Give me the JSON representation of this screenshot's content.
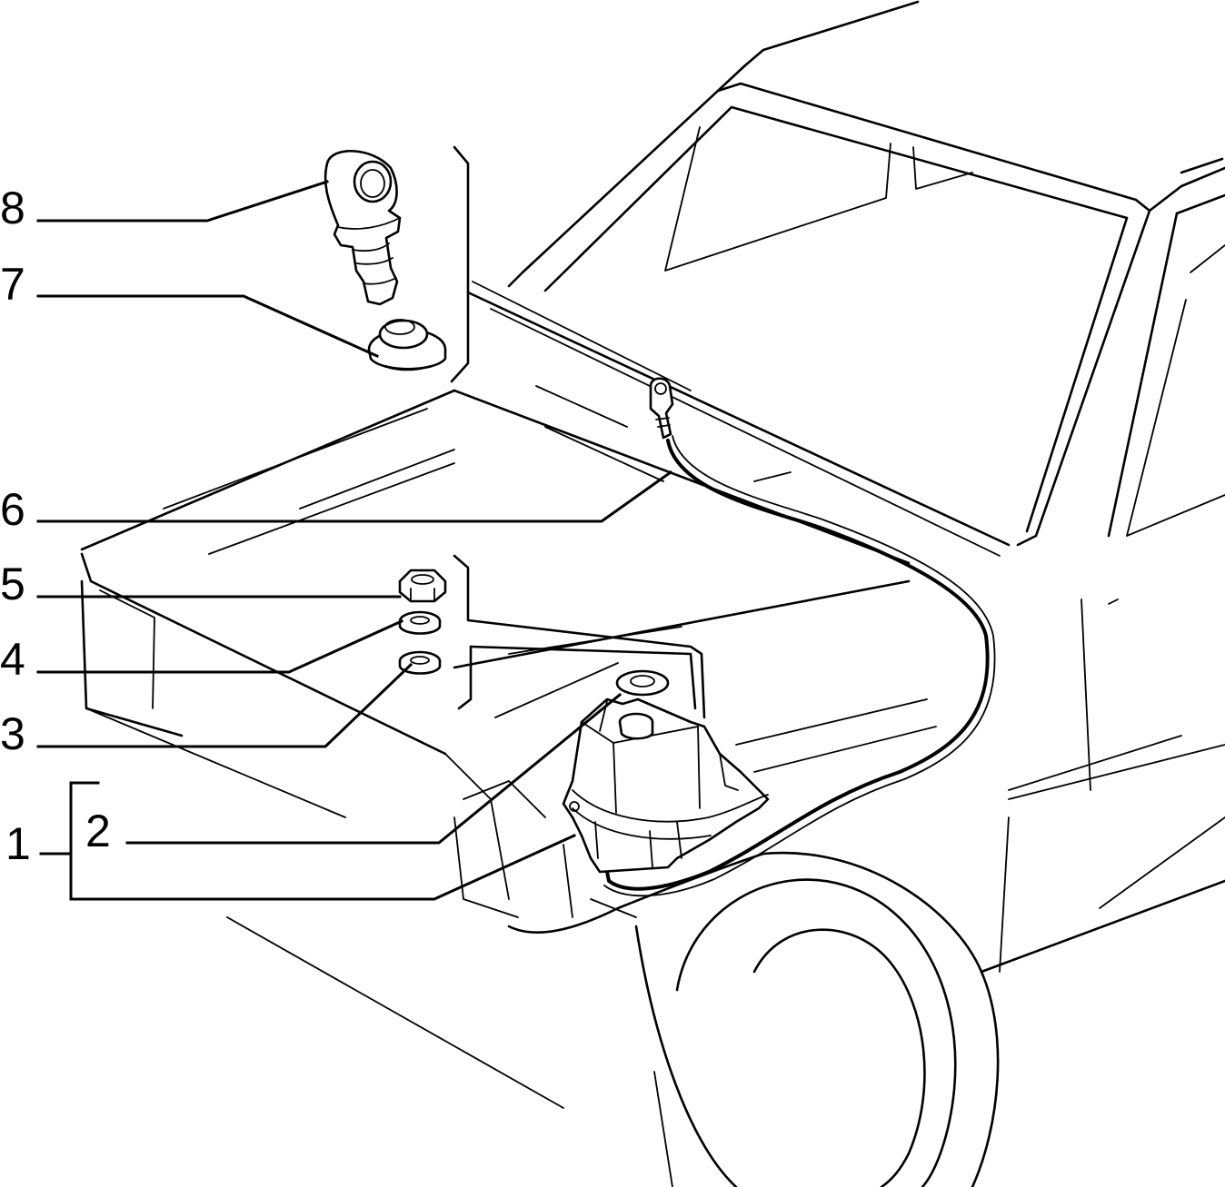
{
  "callouts": {
    "c8": "8",
    "c7": "7",
    "c6": "6",
    "c5": "5",
    "c4": "4",
    "c3": "3",
    "c2": "2",
    "c1": "1"
  },
  "colors": {
    "line": "#000000",
    "background": "#ffffff"
  }
}
